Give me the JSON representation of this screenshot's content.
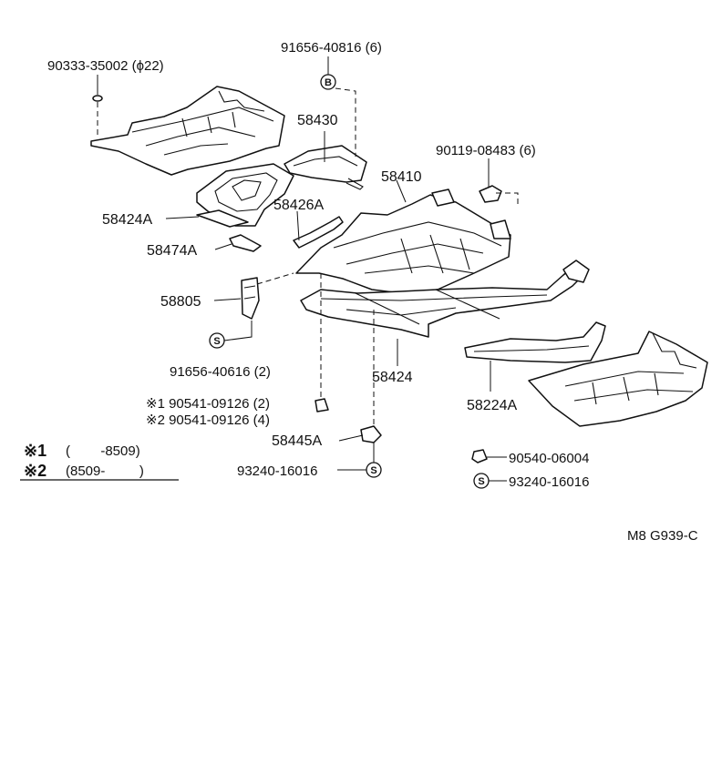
{
  "labels": {
    "p90333": "90333-35002 (ϕ22)",
    "p91656_top": "91656-40816 (6)",
    "p58430": "58430",
    "p90119": "90119-08483 (6)",
    "p58410": "58410",
    "p58426A": "58426A",
    "p58424A": "58424A",
    "p58474A": "58474A",
    "p58805": "58805",
    "p91656_mid": "91656-40616 (2)",
    "p58424": "58424",
    "p90541_1": "※1 90541-09126 (2)",
    "p90541_2": "※2 90541-09126 (4)",
    "p58445A": "58445A",
    "p93240_left": "93240-16016",
    "p58224A": "58224A",
    "p90540": "90540-06004",
    "p93240_right": "93240-16016"
  },
  "symbols": {
    "B": "B",
    "S": "S"
  },
  "legend": {
    "note1_mark": "※1",
    "note1_range": "(        -8509)",
    "note2_mark": "※2",
    "note2_range": "(8509-         )"
  },
  "figure_code": "M8 G939-C"
}
